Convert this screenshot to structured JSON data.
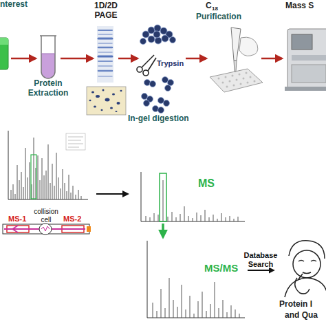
{
  "diagram": {
    "nodes": [
      {
        "text": [
          "nterest"
        ]
      },
      {
        "text": [
          "Protein Extraction"
        ]
      },
      {
        "text": [
          "1D/2D PAGE"
        ]
      },
      {
        "text": [
          "In-gel digestion"
        ]
      },
      {
        "text": [
          "C",
          "18",
          "Purification"
        ]
      },
      {
        "text": [
          "Mass S"
        ]
      },
      {
        "text": [
          "MS"
        ]
      },
      {
        "text": [
          "MS/MS"
        ]
      },
      {
        "text": [
          "Protein I",
          "and Qua"
        ]
      }
    ],
    "edges": [
      {
        "from": 0,
        "to": 1,
        "arrow": "to"
      },
      {
        "from": 1,
        "to": 2,
        "arrow": "to"
      },
      {
        "from": 2,
        "to": 3,
        "arrow": "to"
      },
      {
        "from": 3,
        "to": 4,
        "arrow": "to"
      },
      {
        "from": 4,
        "to": 5,
        "arrow": "to"
      },
      {
        "from": 6,
        "to": 7,
        "arrow": "to"
      },
      {
        "from": 7,
        "to": 8,
        "label": "Database Search",
        "arrow": "to"
      }
    ],
    "labels": [
      "Trypsin",
      "MS-1",
      "collision cell",
      "MS-2"
    ]
  }
}
